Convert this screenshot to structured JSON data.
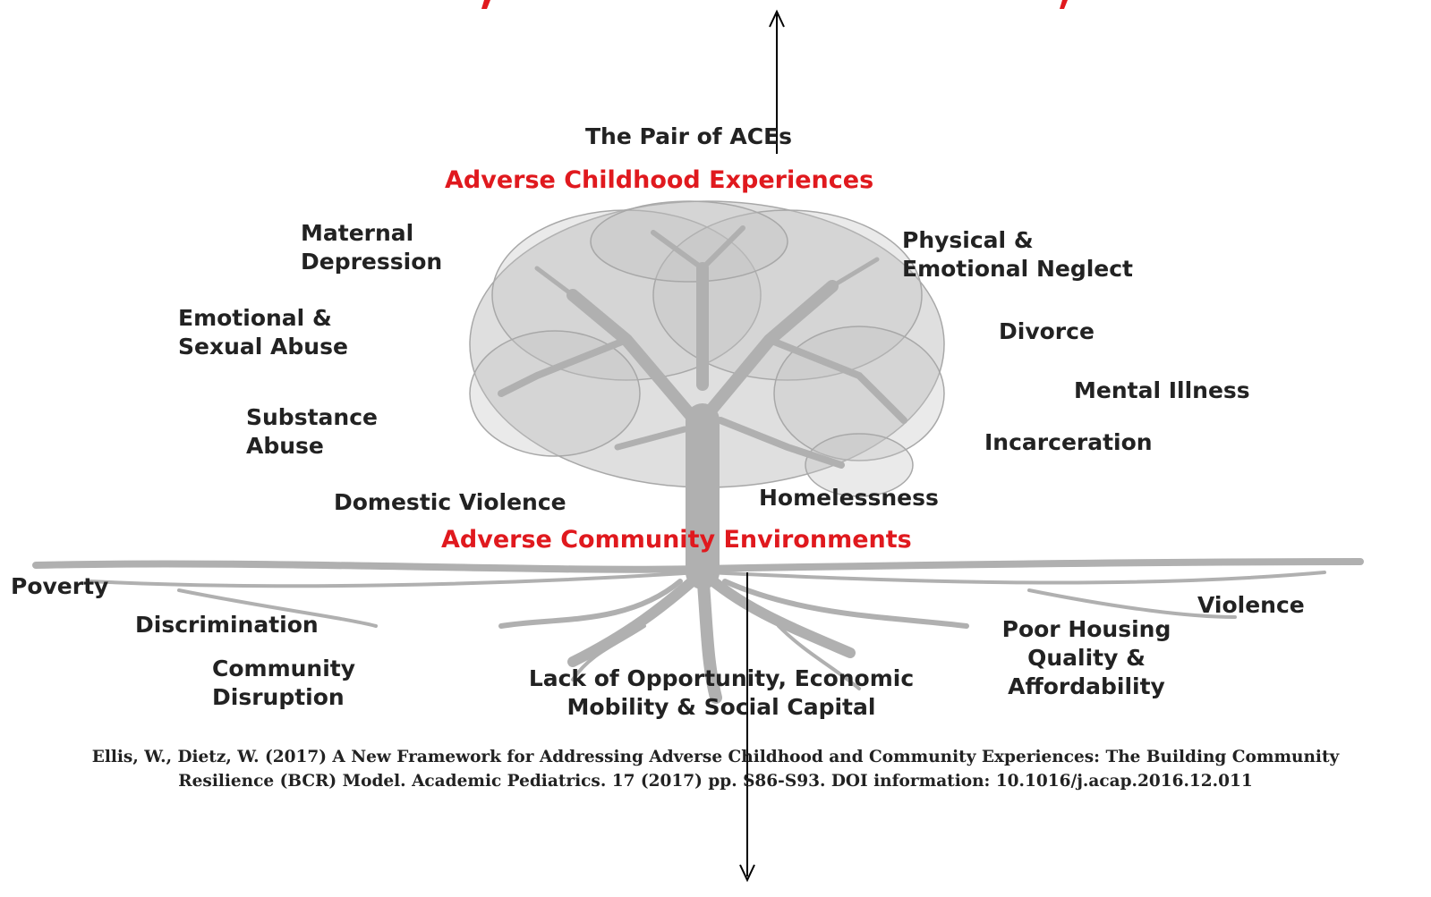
{
  "diagram": {
    "top_label": "The Pair of ACEs",
    "ace_heading": "Adverse Childhood Experiences",
    "ace_items": [
      [
        "Maternal",
        "Depression"
      ],
      [
        "Emotional &",
        "Sexual Abuse"
      ],
      [
        "Substance",
        "Abuse"
      ],
      [
        "Domestic Violence"
      ],
      [
        "Physical &",
        "Emotional Neglect"
      ],
      [
        "Divorce"
      ],
      [
        "Mental Illness"
      ],
      [
        "Incarceration"
      ],
      [
        "Homelessness"
      ]
    ],
    "ace_env_heading": "Adverse Community Environments",
    "env_items": [
      [
        "Poverty"
      ],
      [
        "Discrimination"
      ],
      [
        "Community",
        "Disruption"
      ],
      [
        "Lack of Opportunity, Economic",
        "Mobility & Social Capital"
      ],
      [
        "Poor Housing",
        "Quality &",
        "Affordability"
      ],
      [
        "Violence"
      ]
    ]
  },
  "citation": [
    "Ellis, W., Dietz, W. (2017)  A New Framework for Addressing Adverse Childhood and Community Experiences: The Building Community",
    "Resilience (BCR) Model. Academic Pediatrics. 17 (2017) pp. S86-S93. DOI information: 10.1016/j.acap.2016.12.011"
  ],
  "colors": {
    "heading_red": "#e0191e",
    "tree_gray": "#b0b0b0",
    "text": "#222222"
  }
}
